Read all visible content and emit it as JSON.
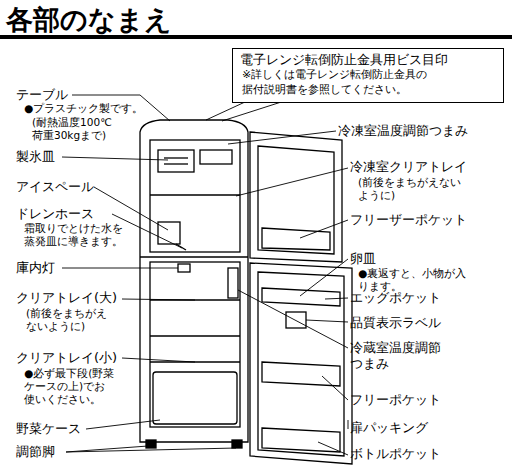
{
  "diagram": {
    "title": "各部のなまえ",
    "nodes": [
      {
        "text": [
          "電子レンジ転倒防止金具用ビス目印",
          "※詳しくは電子レンジ転倒防止金具の 据付説明書を参照してください。"
        ]
      }
    ],
    "labels": [
      "テーブル",
      "●プラスチック製です。",
      "(耐熱温度100℃ 荷重30kgまで)",
      "冷凍室温度調節つまみ",
      "製氷皿",
      "冷凍室クリアトレイ",
      "(前後をまちがえない ように)",
      "アイスペール",
      "フリーザーポケット",
      "ドレンホース",
      "霜取りでとけた水を 蒸発皿に導きます。",
      "卵皿",
      "●裏返すと、小物が入 ります。",
      "庫内灯",
      "エッグポケット",
      "クリアトレイ(大)",
      "(前後をまちがえ ないように)",
      "品質表示ラベル",
      "冷蔵室温度調節 つまみ",
      "クリアトレイ(小)",
      "●必ず最下段(野菜 ケースの上)でお 使いください。",
      "フリーポケット",
      "野菜ケース",
      "扉パッキング",
      "調節脚",
      "ボトルポケット"
    ]
  }
}
